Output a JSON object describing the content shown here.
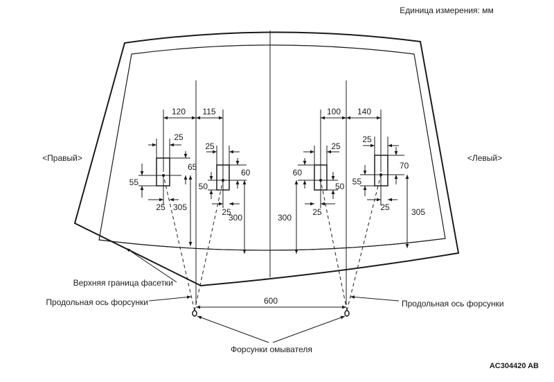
{
  "units_note": "Единица измерения: мм",
  "side_right": "<Правый>",
  "side_left": "<Левый>",
  "facet_label": "Верхняя граница фасетки",
  "axis_label_left": "Продольная ось форсунки",
  "axis_label_right": "Продольная ось форсунки",
  "nozzles_label": "Форсунки омывателя",
  "figure_code": "AC304420 AB",
  "nozzle_spacing": "600",
  "right_side": {
    "outer_target": {
      "horiz_offset": "120",
      "width": "25",
      "height": "65",
      "left_height": "55",
      "bottom_width": "25",
      "vertical_dist": "305"
    },
    "inner_target": {
      "horiz_offset": "115",
      "width": "25",
      "height": "60",
      "left_height": "50",
      "bottom_width": "25",
      "vertical_dist": "300"
    }
  },
  "left_side": {
    "inner_target": {
      "horiz_offset": "100",
      "width": "25",
      "height": "60",
      "right_height": "50",
      "bottom_width": "25",
      "vertical_dist": "300"
    },
    "outer_target": {
      "horiz_offset": "140",
      "width": "25",
      "height": "70",
      "left_height": "55",
      "bottom_width": "25",
      "vertical_dist": "305"
    }
  }
}
